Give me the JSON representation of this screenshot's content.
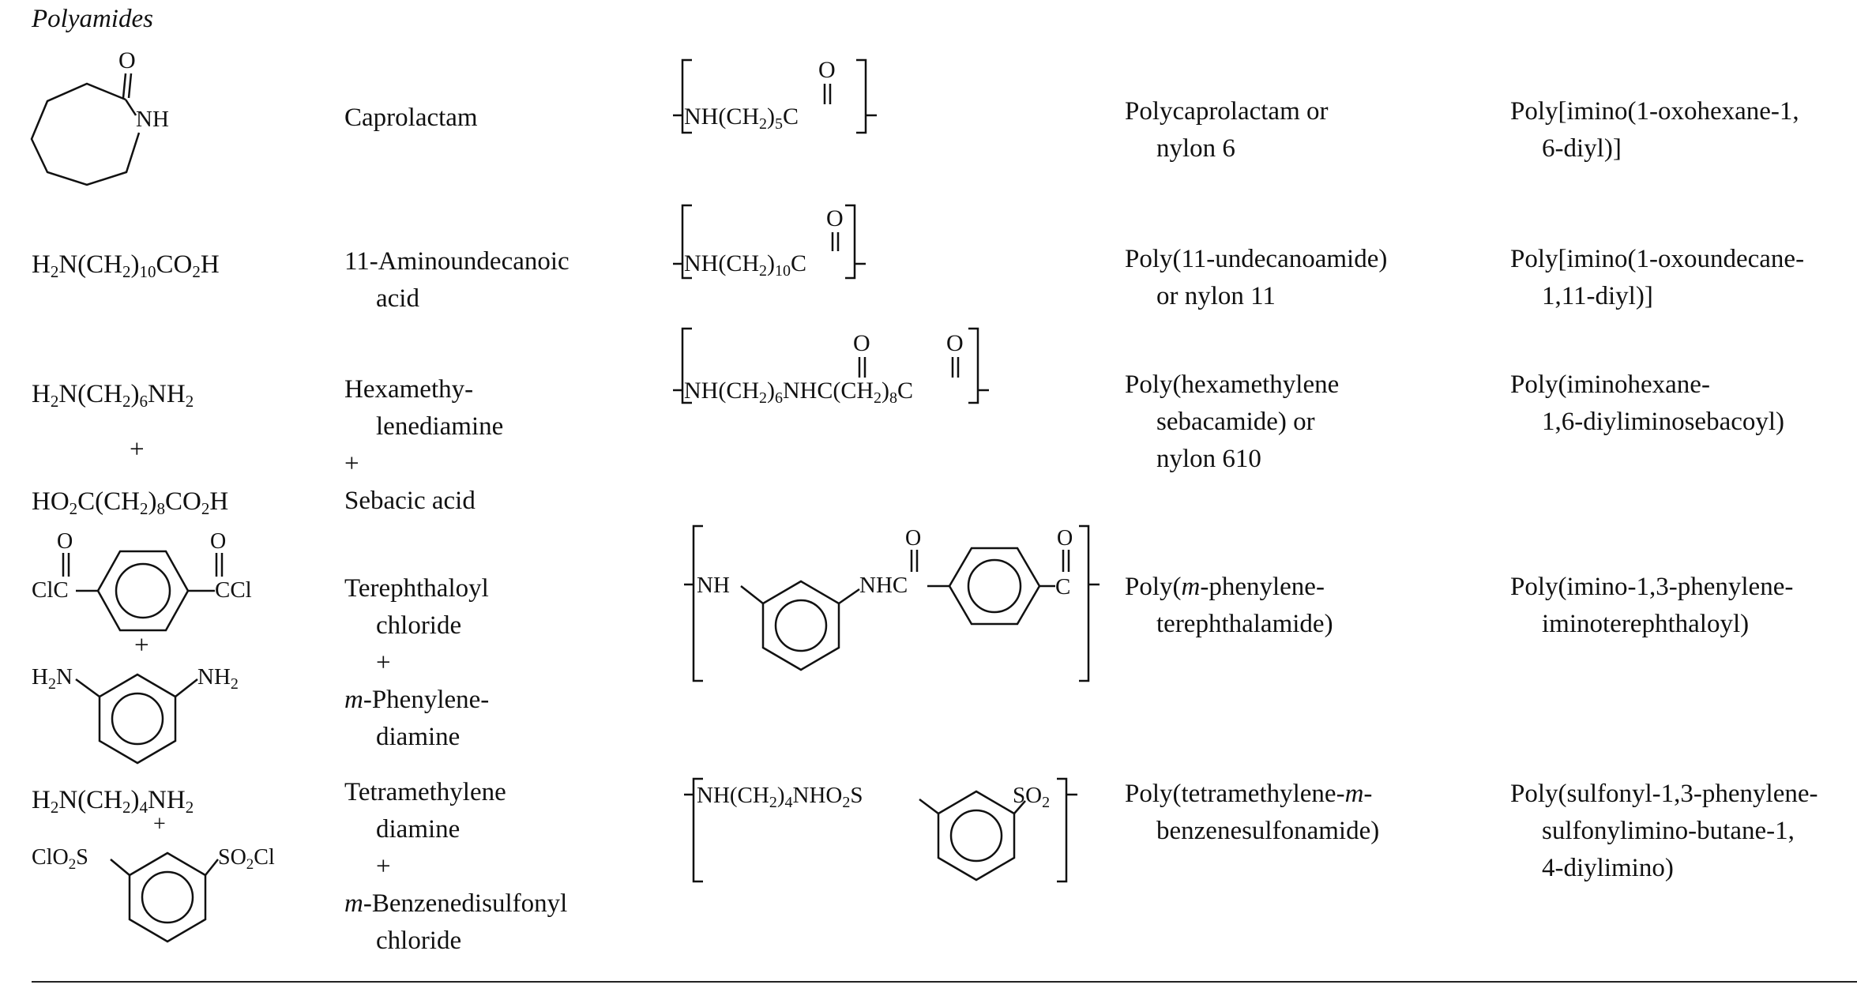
{
  "section_title": "Polyamides",
  "rows": [
    {
      "monomer_label": "NH",
      "monomer_o": "O",
      "names": [
        "Caprolactam"
      ],
      "polymer": {
        "o": "O"
      },
      "common": [
        "Polycaprolactam or",
        "nylon 6"
      ],
      "iupac": [
        "Poly[imino(1-oxohexane-1,",
        "6-diyl)]"
      ]
    },
    {
      "monomer": {
        "a": "H",
        "s1": "2",
        "b": "N(CH",
        "s2": "2",
        "c": ")",
        "s3": "10",
        "d": "CO",
        "s4": "2",
        "e": "H"
      },
      "names": [
        "11-Aminoundecanoic",
        "acid"
      ],
      "polymer": {
        "o": "O"
      },
      "common": [
        "Poly(11-undecanoamide)",
        "or nylon 11"
      ],
      "iupac": [
        "Poly[imino(1-oxoundecane-",
        "1,11-diyl)]"
      ]
    },
    {
      "monomer1": {
        "a": "H",
        "s1": "2",
        "b": "N(CH",
        "s2": "2",
        "c": ")",
        "s3": "6",
        "d": "NH",
        "s4": "2"
      },
      "plus": "+",
      "monomer2": {
        "a": "HO",
        "s1": "2",
        "b": "C(CH",
        "s2": "2",
        "c": ")",
        "s3": "8",
        "d": "CO",
        "s4": "2",
        "e": "H"
      },
      "names": [
        "Hexamethy-",
        "lenediamine",
        "+",
        "Sebacic acid"
      ],
      "polymer": {
        "o1": "O",
        "o2": "O"
      },
      "common": [
        "Poly(hexamethylene",
        "sebacamide) or",
        "nylon 610"
      ],
      "iupac": [
        "Poly(iminohexane-",
        "1,6-diyliminosebacoyl)"
      ]
    },
    {
      "monomer1": {
        "left": "ClC",
        "right": "CCl",
        "o": "O"
      },
      "plus": "+",
      "monomer2": {
        "left_h": "H",
        "left_s": "2",
        "left_n": "N",
        "right_nh": "NH",
        "right_s": "2"
      },
      "names": [
        "Terephthaloyl",
        "chloride",
        "+",
        "-Phenylene-",
        "diamine"
      ],
      "names_italic_prefix": "m",
      "polymer": {
        "nh": "NH",
        "nhc": "NHC",
        "c": "C",
        "o": "O"
      },
      "common_a": "Poly(",
      "common_m": "m",
      "common_b": "-phenylene-",
      "common_2": "terephthalamide)",
      "iupac": [
        "Poly(imino-1,3-phenylene-",
        "iminoterephthaloyl)"
      ]
    },
    {
      "monomer1": {
        "a": "H",
        "s1": "2",
        "b": "N(CH",
        "s2": "2",
        "c": ")",
        "s3": "4",
        "d": "NH",
        "s4": "2"
      },
      "plus": "+",
      "monomer2": {
        "left": "ClO",
        "left_s": "2",
        "left_e": "S",
        "right": "SO",
        "right_s": "2",
        "right_e": "Cl"
      },
      "names": [
        "Tetramethylene",
        "diamine",
        "+",
        "-Benzenedisulfonyl",
        "chloride"
      ],
      "names_italic_prefix": "m",
      "polymer": {
        "a": "NH(CH",
        "s1": "2",
        "b": ")",
        "s2": "4",
        "c": "NHO",
        "s3": "2",
        "d": "S",
        "e": "SO",
        "s4": "2"
      },
      "common_a": "Poly(tetramethylene-",
      "common_m": "m",
      "common_b": "-",
      "common_2": "benzenesulfonamide)",
      "iupac": [
        "Poly(sulfonyl-1,3-phenylene-",
        "sulfonylimino-butane-1,",
        "4-diylimino)"
      ]
    }
  ]
}
